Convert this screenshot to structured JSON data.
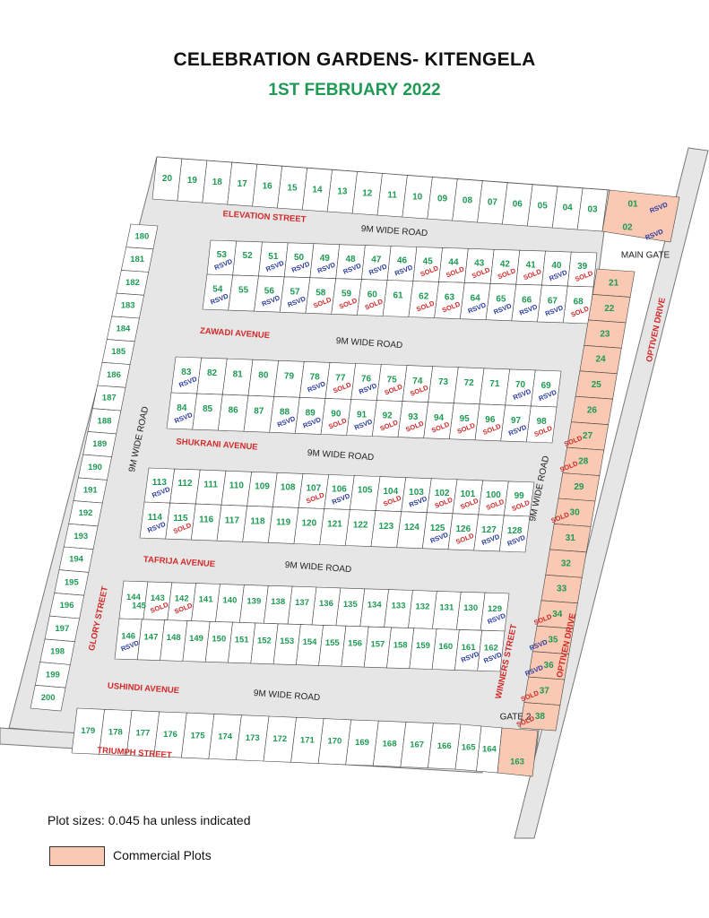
{
  "title": "CELEBRATION GARDENS- KITENGELA",
  "date": "1ST FEBRUARY 2022",
  "footer_note": "Plot sizes: 0.045 ha unless indicated",
  "legend": {
    "label": "Commercial Plots",
    "color": "#f9c9b3"
  },
  "colors": {
    "plot_number": "#1f9a54",
    "street_name": "#d12a2a",
    "reserved": "#2b3b9e",
    "sold": "#d12a2a",
    "road": "#e6e6e6",
    "boundary": "#b73a3a"
  },
  "roads": {
    "row_road_label": "9M WIDE ROAD",
    "gates": {
      "main": "MAIN GATE",
      "second": "GATE 2"
    },
    "streets": {
      "elevation": "ELEVATION STREET",
      "zawadi": "ZAWADI AVENUE",
      "shukrani": "SHUKRANI AVENUE",
      "tafrija": "TAFRIJA AVENUE",
      "ushindi": "USHINDI AVENUE",
      "triumph": "TRIUMPH STREET",
      "glory": "GLORY STREET",
      "winners": "WINNERS STREET",
      "optiven": "OPTIVEN DRIVE"
    }
  },
  "tags": {
    "reserved": "RSVD",
    "sold": "SOLD"
  },
  "blocks": {
    "top_strip": [
      "20",
      "19",
      "18",
      "17",
      "16",
      "15",
      "14",
      "13",
      "12",
      "11",
      "10",
      "09",
      "08",
      "07",
      "06",
      "05",
      "04",
      "03"
    ],
    "commercial_corner": [
      "01",
      "02"
    ],
    "block_a_top": [
      "53",
      "52",
      "51",
      "50",
      "49",
      "48",
      "47",
      "46",
      "45",
      "44",
      "43",
      "42",
      "41",
      "40",
      "39"
    ],
    "block_a_bottom": [
      "54",
      "55",
      "56",
      "57",
      "58",
      "59",
      "60",
      "61",
      "62",
      "63",
      "64",
      "65",
      "66",
      "67",
      "68"
    ],
    "block_b_top": [
      "83",
      "82",
      "81",
      "80",
      "79",
      "78",
      "77",
      "76",
      "75",
      "74",
      "73",
      "72",
      "71",
      "70",
      "69"
    ],
    "block_b_bottom": [
      "84",
      "85",
      "86",
      "87",
      "88",
      "89",
      "90",
      "91",
      "92",
      "93",
      "94",
      "95",
      "96",
      "97",
      "98"
    ],
    "block_c_top": [
      "113",
      "112",
      "111",
      "110",
      "109",
      "108",
      "107",
      "106",
      "105",
      "104",
      "103",
      "102",
      "101",
      "100",
      "99"
    ],
    "block_c_bottom": [
      "114",
      "115",
      "116",
      "117",
      "118",
      "119",
      "120",
      "121",
      "122",
      "123",
      "124",
      "125",
      "126",
      "127",
      "128"
    ],
    "block_d_top": [
      "144",
      "143",
      "142",
      "141",
      "140",
      "139",
      "138",
      "137",
      "136",
      "135",
      "134",
      "133",
      "132",
      "131",
      "130",
      "129"
    ],
    "block_d_bottom": [
      "146",
      "147",
      "148",
      "149",
      "150",
      "151",
      "152",
      "153",
      "154",
      "155",
      "156",
      "157",
      "158",
      "159",
      "160",
      "161",
      "162"
    ],
    "block_d_extra": "145",
    "bottom_strip": [
      "179",
      "178",
      "177",
      "176",
      "175",
      "174",
      "173",
      "172",
      "171",
      "170",
      "169",
      "168",
      "167",
      "166",
      "165",
      "164",
      "163"
    ],
    "left_column": [
      "180",
      "181",
      "182",
      "183",
      "184",
      "185",
      "186",
      "187",
      "188",
      "189",
      "190",
      "191",
      "192",
      "193",
      "194",
      "195",
      "196",
      "197",
      "198",
      "199",
      "200"
    ],
    "commercial_right": [
      "21",
      "22",
      "23",
      "24",
      "25",
      "26",
      "27",
      "28",
      "29",
      "30",
      "31",
      "32",
      "33",
      "34",
      "35",
      "36",
      "37",
      "38"
    ]
  }
}
